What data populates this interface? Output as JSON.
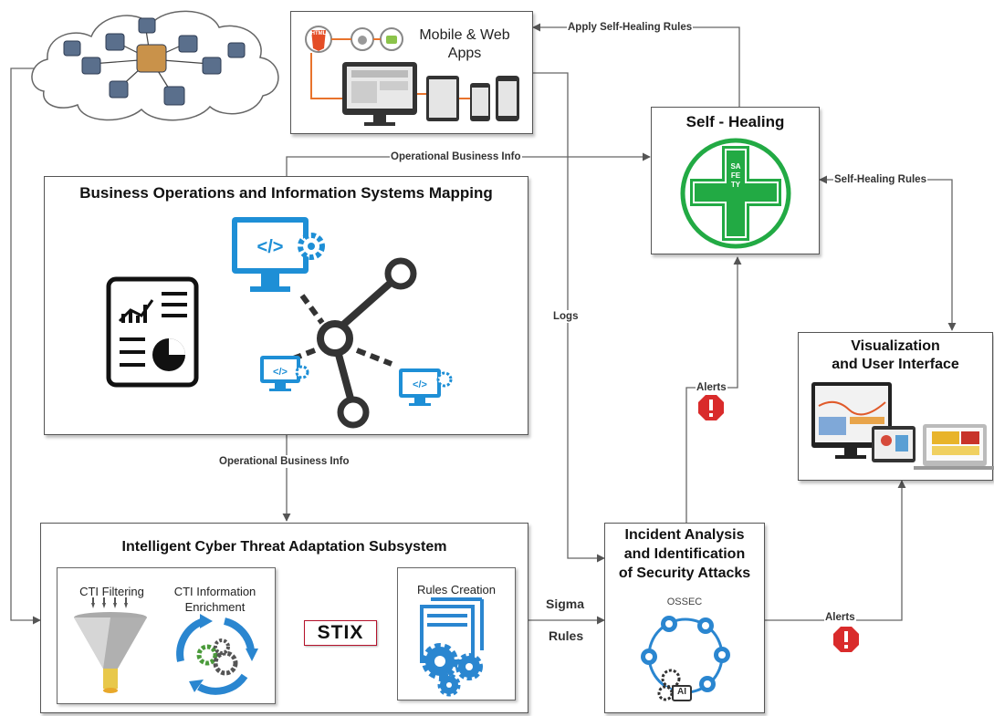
{
  "apps": {
    "title": "Mobile & Web Apps",
    "html5_label": "HTML"
  },
  "self_healing": {
    "title": "Self - Healing",
    "cross_text": "SAFETY"
  },
  "business": {
    "title": "Business Operations and Information Systems Mapping"
  },
  "viz": {
    "title_line1": "Visualization",
    "title_line2": "and User Interface"
  },
  "ctas": {
    "title": "Intelligent Cyber Threat Adaptation Subsystem",
    "cti_filtering": "CTI Filtering",
    "cti_enrich_line1": "CTI Information",
    "cti_enrich_line2": "Enrichment",
    "stix": "STIX",
    "rules_creation": "Rules Creation"
  },
  "incident": {
    "title_line1": "Incident Analysis",
    "title_line2": "and Identification",
    "title_line3": "of Security Attacks",
    "ossec": "OSSEC",
    "ai": "AI"
  },
  "edges": {
    "apply_rules": "Apply Self-Healing Rules",
    "op_info_top": "Operational Business Info",
    "self_healing_rules": "Self-Healing Rules",
    "logs": "Logs",
    "alerts_top": "Alerts",
    "op_info_bottom": "Operational Business Info",
    "sigma": "Sigma",
    "rules": "Rules",
    "alerts_right": "Alerts"
  },
  "colors": {
    "accent_blue": "#1e8fd6",
    "safety_green": "#22aa44",
    "alert_red": "#d92b2b",
    "stix_red": "#b5122b"
  }
}
